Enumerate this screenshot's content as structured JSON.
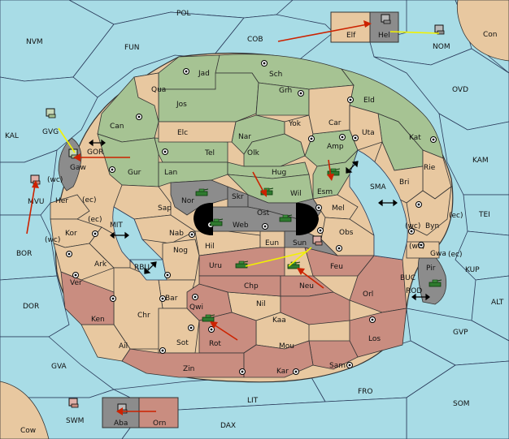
{
  "colors": {
    "sea": "#a8dce6",
    "green_power": "#a6c393",
    "tan_neutral": "#e8c8a0",
    "red_power": "#c98d80",
    "gray_power": "#8c8c8c",
    "order_move": "#cc2200",
    "order_support": "#f2f200"
  },
  "seas": [
    {
      "id": "POL",
      "label": "POL"
    },
    {
      "id": "NVM",
      "label": "NVM"
    },
    {
      "id": "FUN",
      "label": "FUN"
    },
    {
      "id": "COB",
      "label": "COB"
    },
    {
      "id": "NOM",
      "label": "NOM"
    },
    {
      "id": "Con",
      "label": "Con"
    },
    {
      "id": "OVD",
      "label": "OVD"
    },
    {
      "id": "KAL",
      "label": "KAL"
    },
    {
      "id": "KAM",
      "label": "KAM"
    },
    {
      "id": "GVG",
      "label": "GVG"
    },
    {
      "id": "GOR",
      "label": "GOR"
    },
    {
      "id": "TEI",
      "label": "TEI"
    },
    {
      "id": "MVU",
      "label": "MVU"
    },
    {
      "id": "SMA",
      "label": "SMA"
    },
    {
      "id": "MIT",
      "label": "MIT"
    },
    {
      "id": "BOR",
      "label": "BOR"
    },
    {
      "id": "BUC",
      "label": "BUC"
    },
    {
      "id": "KUP",
      "label": "KUP"
    },
    {
      "id": "RBU",
      "label": "RBU"
    },
    {
      "id": "ROD",
      "label": "ROD"
    },
    {
      "id": "DOR",
      "label": "DOR"
    },
    {
      "id": "ALT",
      "label": "ALT"
    },
    {
      "id": "GVP",
      "label": "GVP"
    },
    {
      "id": "GVA",
      "label": "GVA"
    },
    {
      "id": "FRO",
      "label": "FRO"
    },
    {
      "id": "SOM",
      "label": "SOM"
    },
    {
      "id": "LIT",
      "label": "LIT"
    },
    {
      "id": "SWM",
      "label": "SWM"
    },
    {
      "id": "DAX",
      "label": "DAX"
    },
    {
      "id": "Cow",
      "label": "Cow"
    }
  ],
  "provinces": [
    {
      "id": "Jad",
      "label": "Jad",
      "supply": true
    },
    {
      "id": "Sch",
      "label": "Sch",
      "supply": true
    },
    {
      "id": "Qua",
      "label": "Qua",
      "supply": false
    },
    {
      "id": "Jos",
      "label": "Jos",
      "supply": false
    },
    {
      "id": "Grh",
      "label": "Grh",
      "supply": true
    },
    {
      "id": "Eld",
      "label": "Eld",
      "supply": true
    },
    {
      "id": "Can",
      "label": "Can",
      "supply": false
    },
    {
      "id": "Elc",
      "label": "Elc",
      "supply": false
    },
    {
      "id": "Nar",
      "label": "Nar",
      "supply": false
    },
    {
      "id": "Yok",
      "label": "Yok",
      "supply": true
    },
    {
      "id": "Car",
      "label": "Car",
      "supply": false
    },
    {
      "id": "Uta",
      "label": "Uta",
      "supply": false
    },
    {
      "id": "Kat",
      "label": "Kat",
      "supply": true
    },
    {
      "id": "Tel",
      "label": "Tel",
      "supply": true
    },
    {
      "id": "Olk",
      "label": "Olk",
      "supply": false
    },
    {
      "id": "Amp",
      "label": "Amp",
      "supply": true
    },
    {
      "id": "Gur",
      "label": "Gur",
      "supply": true
    },
    {
      "id": "Lan",
      "label": "Lan",
      "supply": false
    },
    {
      "id": "Hug",
      "label": "Hug",
      "supply": false
    },
    {
      "id": "Rie",
      "label": "Rie",
      "supply": false
    },
    {
      "id": "Gaw",
      "label": "Gaw",
      "supply": false
    },
    {
      "id": "Wil",
      "label": "Wil",
      "supply": false
    },
    {
      "id": "Esm",
      "label": "Esm",
      "supply": false
    },
    {
      "id": "Bri",
      "label": "Bri",
      "supply": false
    },
    {
      "id": "Her",
      "label": "Her",
      "supply": false
    },
    {
      "id": "Nor",
      "label": "Nor",
      "supply": false
    },
    {
      "id": "Skr",
      "label": "Skr",
      "supply": false
    },
    {
      "id": "Ost",
      "label": "Ost",
      "supply": false
    },
    {
      "id": "Sap",
      "label": "Sap",
      "supply": false
    },
    {
      "id": "Mel",
      "label": "Mel",
      "supply": true
    },
    {
      "id": "Web",
      "label": "Web",
      "supply": false
    },
    {
      "id": "Byn",
      "label": "Byn",
      "supply": false
    },
    {
      "id": "Kor",
      "label": "Kor",
      "supply": true
    },
    {
      "id": "Nab",
      "label": "Nab",
      "supply": true
    },
    {
      "id": "Obs",
      "label": "Obs",
      "supply": false
    },
    {
      "id": "Eun",
      "label": "Eun",
      "supply": false
    },
    {
      "id": "Sun",
      "label": "Sun",
      "supply": false
    },
    {
      "id": "Gwa",
      "label": "Gwa",
      "supply": true
    },
    {
      "id": "Hil",
      "label": "Hil",
      "supply": false
    },
    {
      "id": "Ark",
      "label": "Ark",
      "supply": false
    },
    {
      "id": "Nog",
      "label": "Nog",
      "supply": false
    },
    {
      "id": "Uru",
      "label": "Uru",
      "supply": false
    },
    {
      "id": "Feu",
      "label": "Feu",
      "supply": false
    },
    {
      "id": "Pir",
      "label": "Pir",
      "supply": false
    },
    {
      "id": "Ver",
      "label": "Ver",
      "supply": false
    },
    {
      "id": "Chp",
      "label": "Chp",
      "supply": false
    },
    {
      "id": "Neu",
      "label": "Neu",
      "supply": false
    },
    {
      "id": "Orl",
      "label": "Orl",
      "supply": false
    },
    {
      "id": "Bar",
      "label": "Bar",
      "supply": false
    },
    {
      "id": "Nil",
      "label": "Nil",
      "supply": false
    },
    {
      "id": "Qwi",
      "label": "Qwi",
      "supply": false
    },
    {
      "id": "Chr",
      "label": "Chr",
      "supply": false
    },
    {
      "id": "Ken",
      "label": "Ken",
      "supply": false
    },
    {
      "id": "Kaa",
      "label": "Kaa",
      "supply": false
    },
    {
      "id": "Los",
      "label": "Los",
      "supply": false
    },
    {
      "id": "Ail",
      "label": "Ail",
      "supply": false
    },
    {
      "id": "Sot",
      "label": "Sot",
      "supply": false
    },
    {
      "id": "Rot",
      "label": "Rot",
      "supply": false
    },
    {
      "id": "Mou",
      "label": "Mou",
      "supply": false
    },
    {
      "id": "Sam",
      "label": "Sam",
      "supply": false
    },
    {
      "id": "Zin",
      "label": "Zin",
      "supply": false
    },
    {
      "id": "Kar",
      "label": "Kar",
      "supply": false
    },
    {
      "id": "Elf",
      "label": "Elf",
      "supply": false
    },
    {
      "id": "Hel",
      "label": "Hel",
      "supply": false
    },
    {
      "id": "Aba",
      "label": "Aba",
      "supply": false
    },
    {
      "id": "Orn",
      "label": "Orn",
      "supply": false
    }
  ],
  "coast_tags": [
    "(wc)",
    "(ec)",
    "(ec)",
    "(wc)",
    "(wc)",
    "(ec)",
    "(wc)",
    "(ec)"
  ],
  "units": [
    {
      "type": "fleet",
      "location": "NOM",
      "power": "gray"
    },
    {
      "type": "fleet",
      "location": "Hel",
      "power": "gray"
    },
    {
      "type": "fleet",
      "location": "GVG",
      "power": "green"
    },
    {
      "type": "fleet",
      "location": "Gaw",
      "power": "green"
    },
    {
      "type": "fleet",
      "location": "MVU",
      "power": "red"
    },
    {
      "type": "army",
      "location": "Nor",
      "power": "green"
    },
    {
      "type": "army",
      "location": "Wil",
      "power": "green"
    },
    {
      "type": "army",
      "location": "Esm",
      "power": "green"
    },
    {
      "type": "army",
      "location": "Web",
      "power": "green"
    },
    {
      "type": "army",
      "location": "Ost",
      "power": "green"
    },
    {
      "type": "army",
      "location": "Uru",
      "power": "green"
    },
    {
      "type": "army",
      "location": "Neu",
      "power": "green"
    },
    {
      "type": "fleet",
      "location": "Sun",
      "power": "red"
    },
    {
      "type": "army",
      "location": "Pir",
      "power": "green"
    },
    {
      "type": "army",
      "location": "Qwi",
      "power": "green"
    },
    {
      "type": "fleet",
      "location": "SWM",
      "power": "red"
    },
    {
      "type": "fleet",
      "location": "Aba",
      "power": "gray"
    }
  ]
}
